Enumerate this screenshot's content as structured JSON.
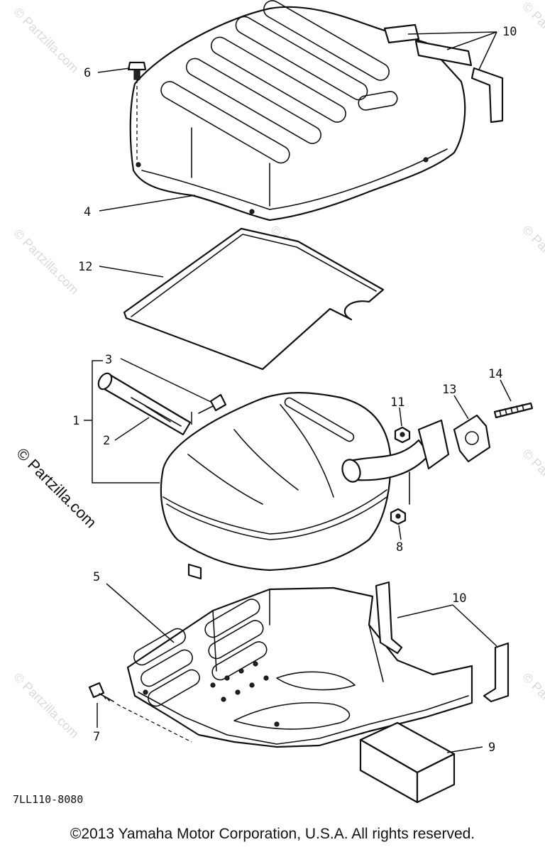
{
  "watermark": {
    "text": "© Partzilla.com"
  },
  "callouts": {
    "c1": "1",
    "c2": "2",
    "c3": "3",
    "c4": "4",
    "c5": "5",
    "c6": "6",
    "c7": "7",
    "c8": "8",
    "c9": "9",
    "c10a": "10",
    "c10b": "10",
    "c11": "11",
    "c12": "12",
    "c13": "13",
    "c14": "14"
  },
  "drawing_code": "7LL110-8080",
  "copyright": "©2013 Yamaha Motor Corporation, U.S.A. All rights reserved."
}
